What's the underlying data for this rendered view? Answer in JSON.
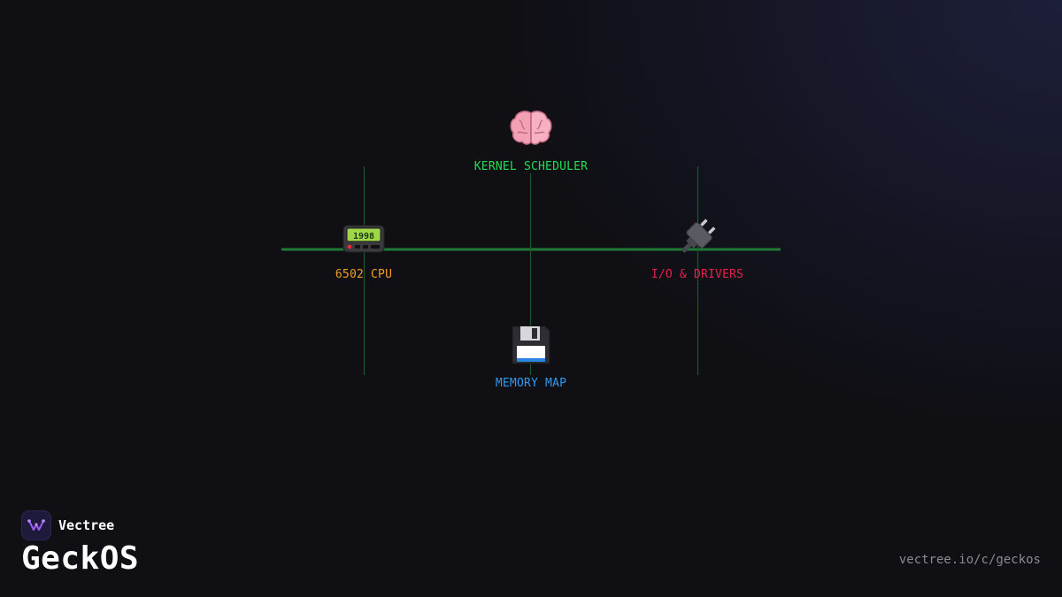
{
  "diagram": {
    "nodes": [
      {
        "id": "kernel",
        "label": "KERNEL SCHEDULER",
        "icon": "brain-icon",
        "color": "#22dd55"
      },
      {
        "id": "cpu",
        "label": "6502 CPU",
        "icon": "pager-icon",
        "color": "#f0a020"
      },
      {
        "id": "io",
        "label": "I/O & DRIVERS",
        "icon": "plug-icon",
        "color": "#e8204a"
      },
      {
        "id": "memory",
        "label": "MEMORY MAP",
        "icon": "floppy-disk-icon",
        "color": "#3399ee"
      }
    ],
    "line_color": "#1f7a35"
  },
  "brand": {
    "name": "Vectree",
    "logo_icon": "vectree-logo-icon"
  },
  "product": {
    "title": "GeckOS"
  },
  "footer": {
    "url": "vectree.io/c/geckos"
  }
}
